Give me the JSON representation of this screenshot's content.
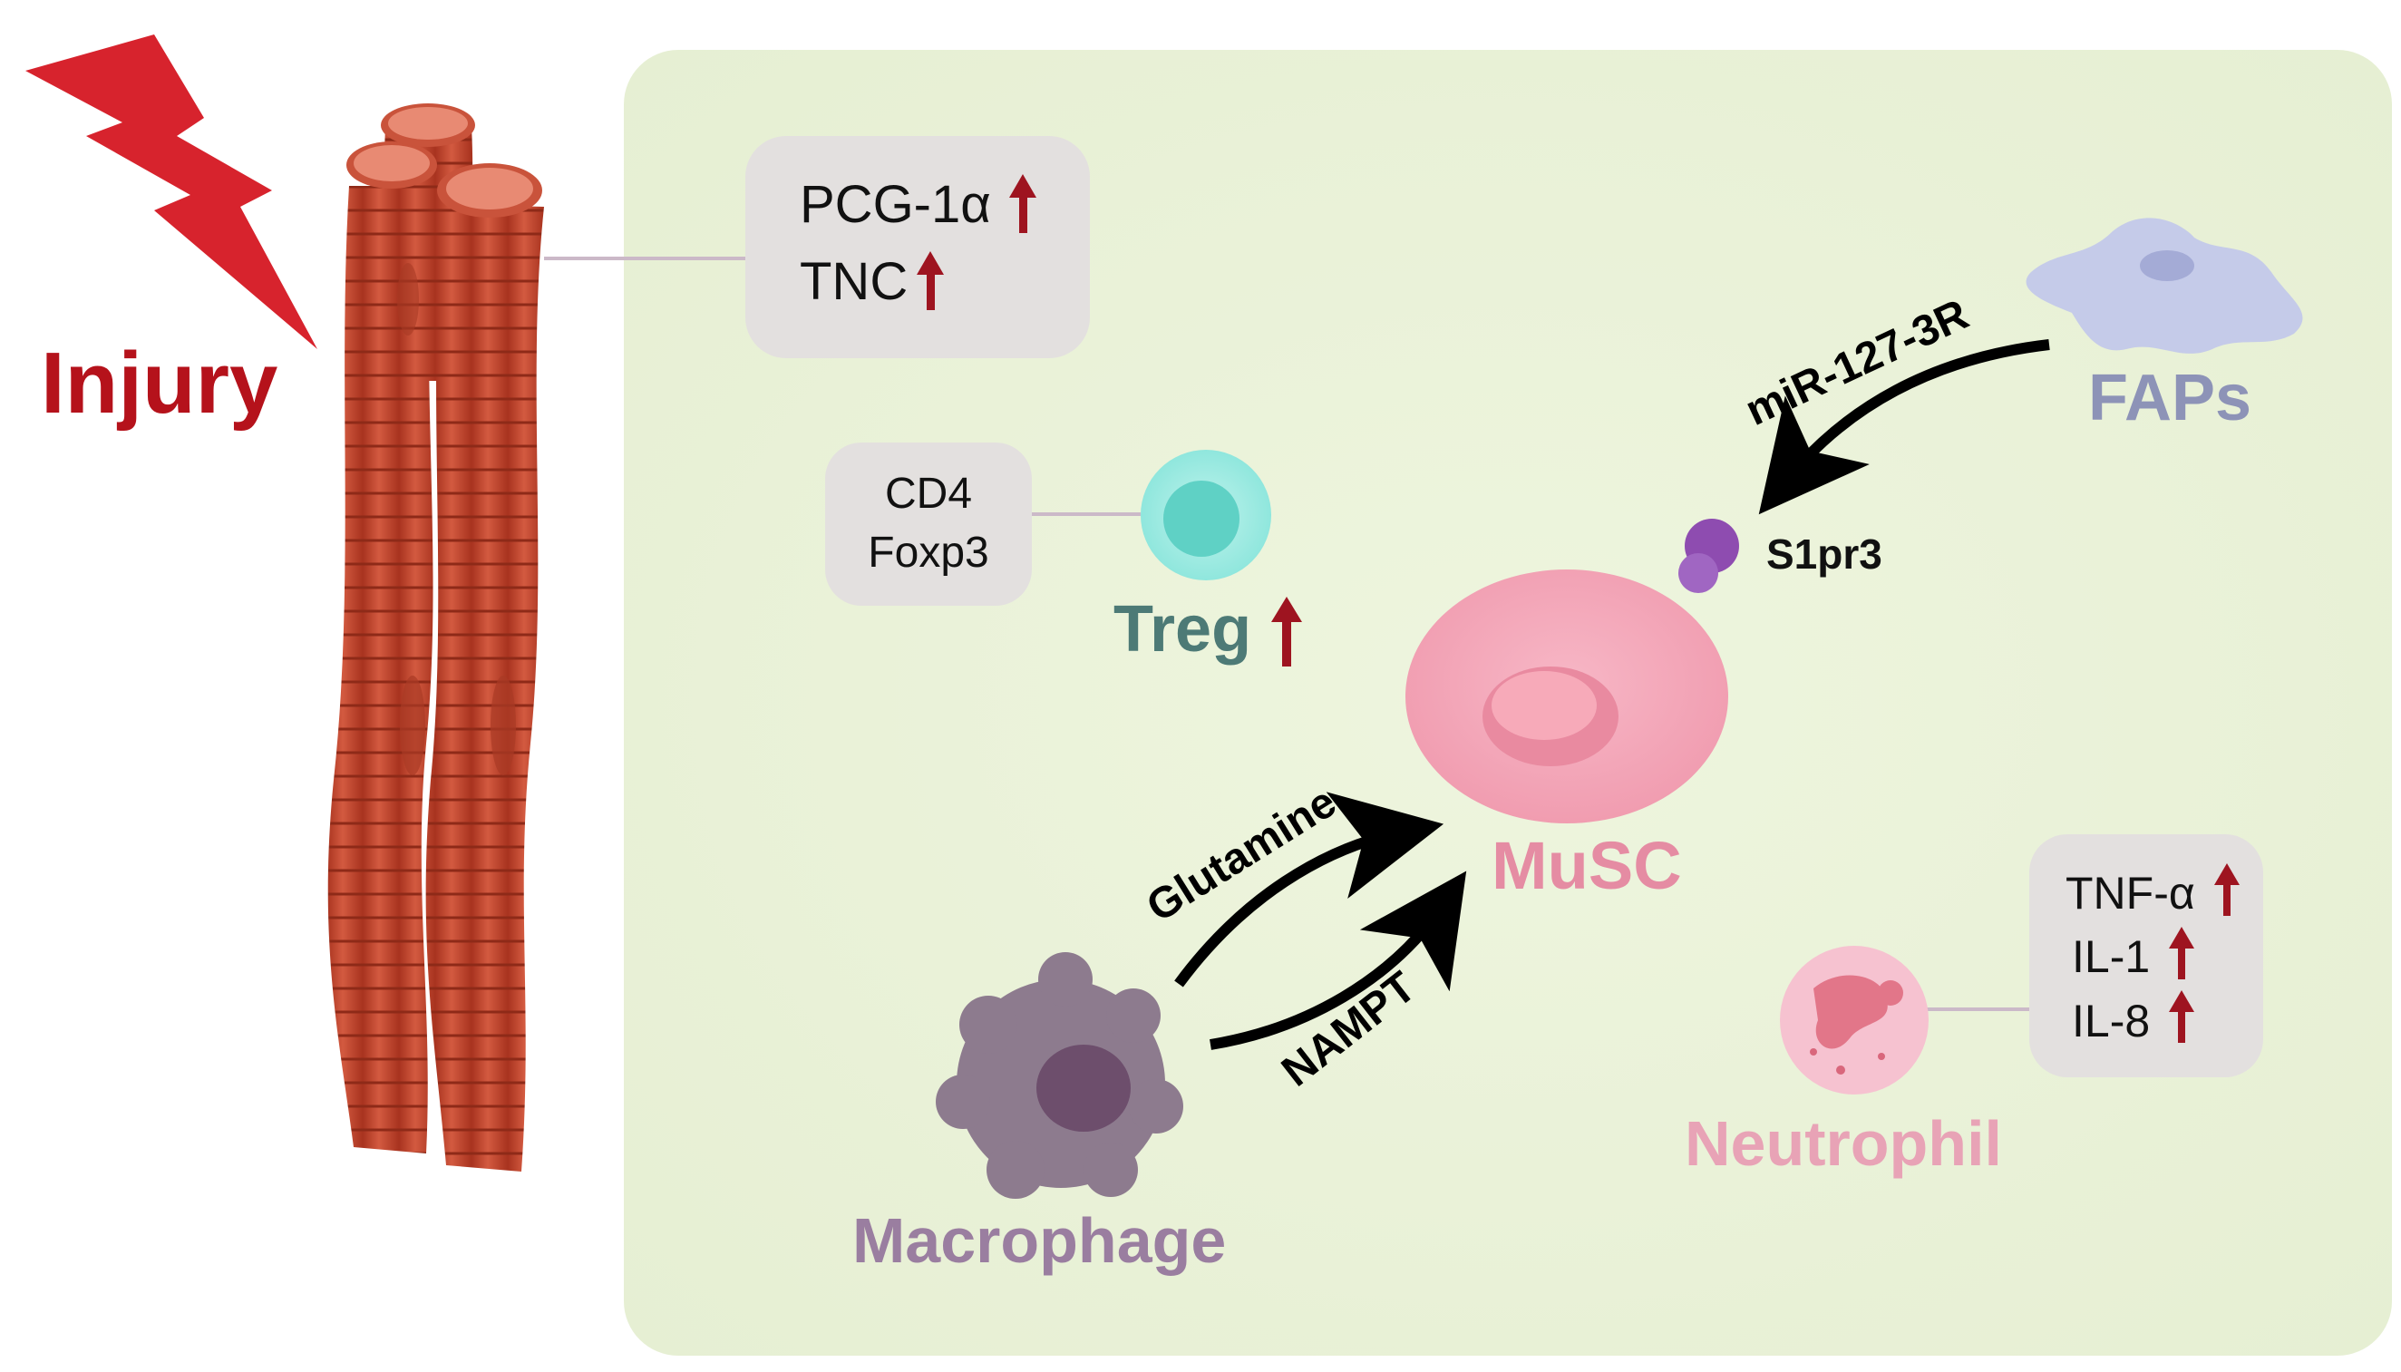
{
  "injury": {
    "label": "Injury",
    "color": "#b5121b"
  },
  "fiber_box": {
    "line1": "PCG-1α",
    "line2": "TNC"
  },
  "treg": {
    "label": "Treg",
    "marker1": "CD4",
    "marker2": "Foxp3",
    "color": "#4d7a76"
  },
  "musc": {
    "label": "MuSC",
    "color": "#e58ca3"
  },
  "faps": {
    "label": "FAPs",
    "signal": "miR-127-3R",
    "receptor": "S1pr3",
    "color": "#8d93b7"
  },
  "macrophage": {
    "label": "Macrophage",
    "signal1": "Glutamine",
    "signal2": "NAMPT",
    "color": "#9a7ea0"
  },
  "neutrophil": {
    "label": "Neutrophil",
    "cytokine1": "TNF-α",
    "cytokine2": "IL-1",
    "cytokine3": "IL-8",
    "color": "#e8a3b6"
  },
  "colors": {
    "panel": "#ecf3dc",
    "box": "#e3e0df",
    "arrow_up": "#9e1420",
    "fiber": "#c84a35"
  }
}
